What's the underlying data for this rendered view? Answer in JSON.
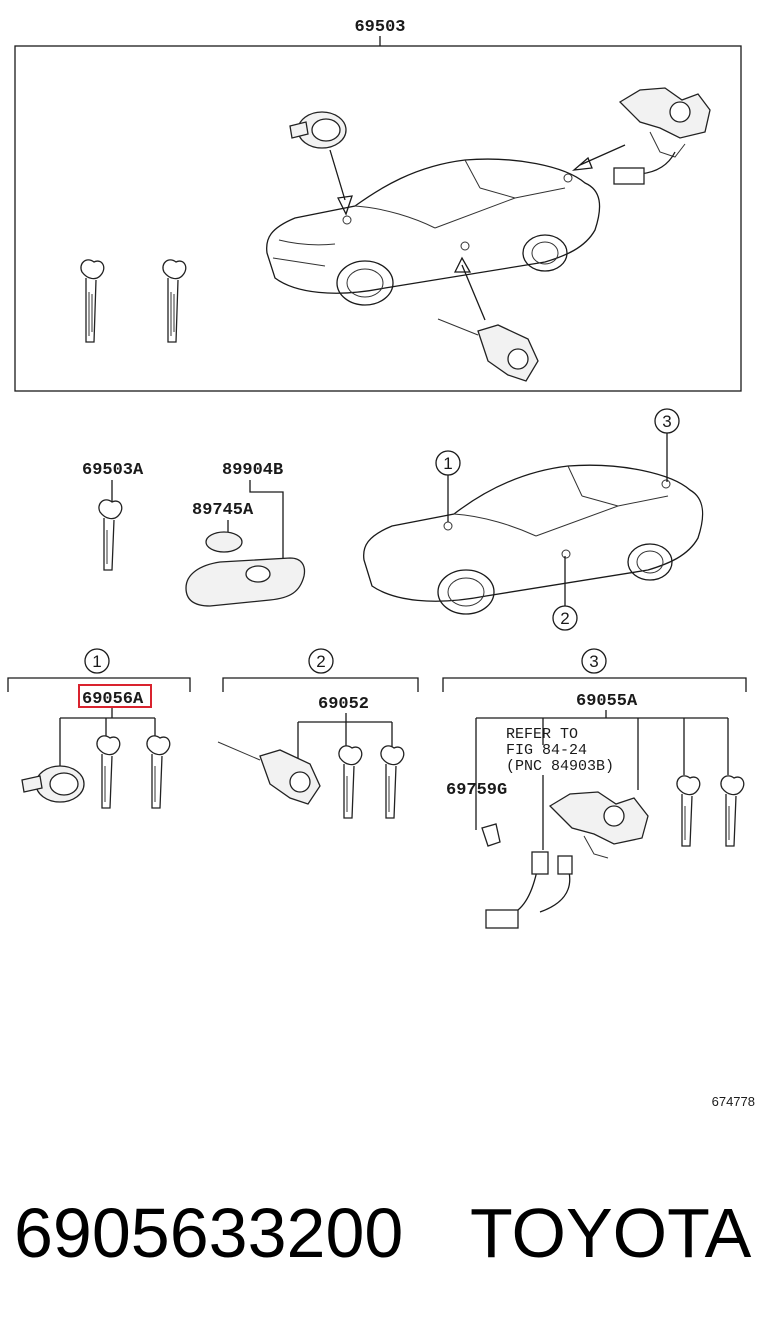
{
  "diagram": {
    "top_panel": {
      "part_number": "69503"
    },
    "parts": [
      {
        "id": "p-69503a",
        "label": "69503A"
      },
      {
        "id": "p-89904b",
        "label": "89904B"
      },
      {
        "id": "p-89745a",
        "label": "89745A"
      },
      {
        "id": "p-69056a",
        "label": "69056A",
        "highlighted": true
      },
      {
        "id": "p-69052",
        "label": "69052"
      },
      {
        "id": "p-69055a",
        "label": "69055A"
      },
      {
        "id": "p-69759g",
        "label": "69759G"
      }
    ],
    "location_markers": [
      "1",
      "2",
      "3"
    ],
    "reference_note": {
      "line1": "REFER TO",
      "line2": "FIG 84-24",
      "line3": "(PNC 84903B)"
    },
    "figure_id": "674778"
  },
  "footer": {
    "part_code": "6905633200",
    "brand": "TOYOTA"
  },
  "colors": {
    "highlight": "#d9232e",
    "line": "#1a1a1a"
  }
}
